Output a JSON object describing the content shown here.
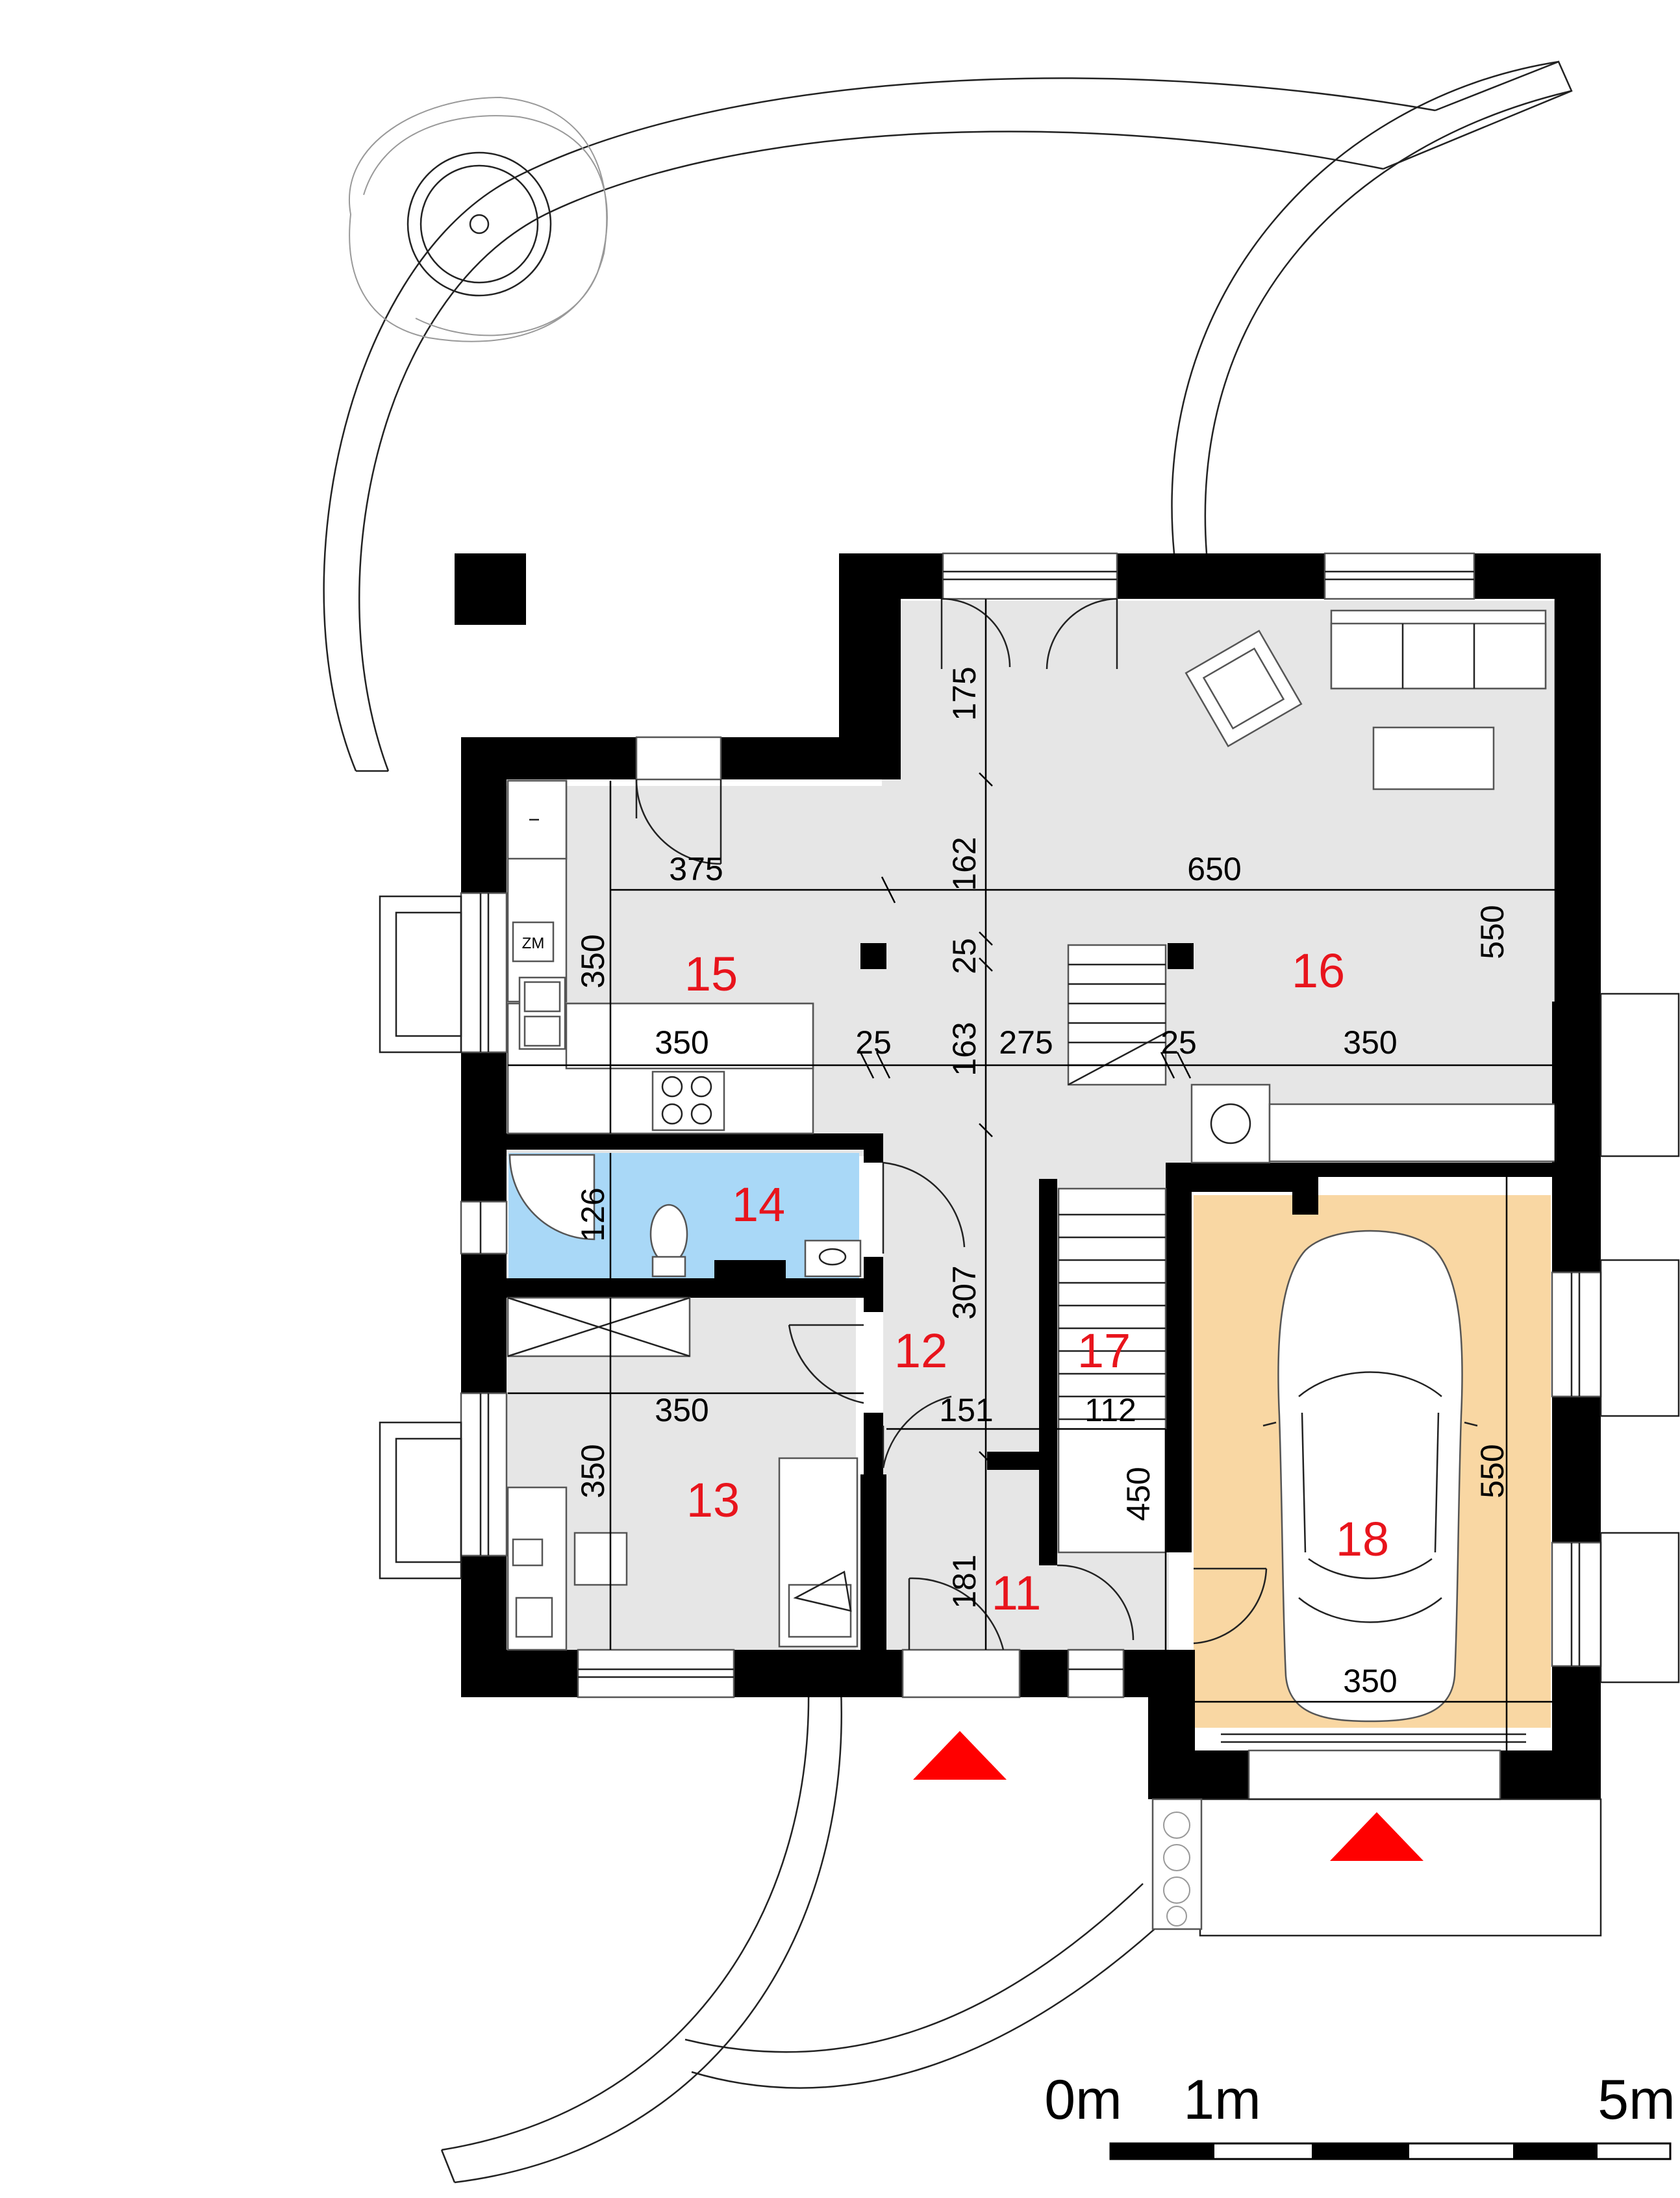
{
  "rooms": [
    {
      "id": "11",
      "label": "11"
    },
    {
      "id": "12",
      "label": "12"
    },
    {
      "id": "13",
      "label": "13"
    },
    {
      "id": "14",
      "label": "14"
    },
    {
      "id": "15",
      "label": "15"
    },
    {
      "id": "16",
      "label": "16"
    },
    {
      "id": "17",
      "label": "17"
    },
    {
      "id": "18",
      "label": "18"
    }
  ],
  "dimensions": {
    "d175": "175",
    "d162": "162",
    "d25_vert": "25",
    "d163": "163",
    "d375": "375",
    "d650": "650",
    "d550_living": "550",
    "d350_kitchen_v": "350",
    "d350_kitchen_h": "350",
    "d25_a": "25",
    "d275": "275",
    "d25_b": "25",
    "d350_living_h": "350",
    "d126": "126",
    "d307": "307",
    "d350_room13_h": "350",
    "d350_room13_v": "350",
    "d151": "151",
    "d112": "112",
    "d450": "450",
    "d181": "181",
    "d550_garage": "550",
    "d350_garage": "350"
  },
  "fixtures": {
    "meter_label": "ZM"
  },
  "scale_bar": {
    "label_0": "0m",
    "label_1": "1m",
    "label_5": "5m"
  },
  "colors": {
    "floor": "#e6e6e6",
    "bathroom": "#a9d8f7",
    "garage": "#f9d7a3",
    "wall": "#000000",
    "room_label": "#e8141c",
    "entrance_arrow": "#ff0000"
  }
}
